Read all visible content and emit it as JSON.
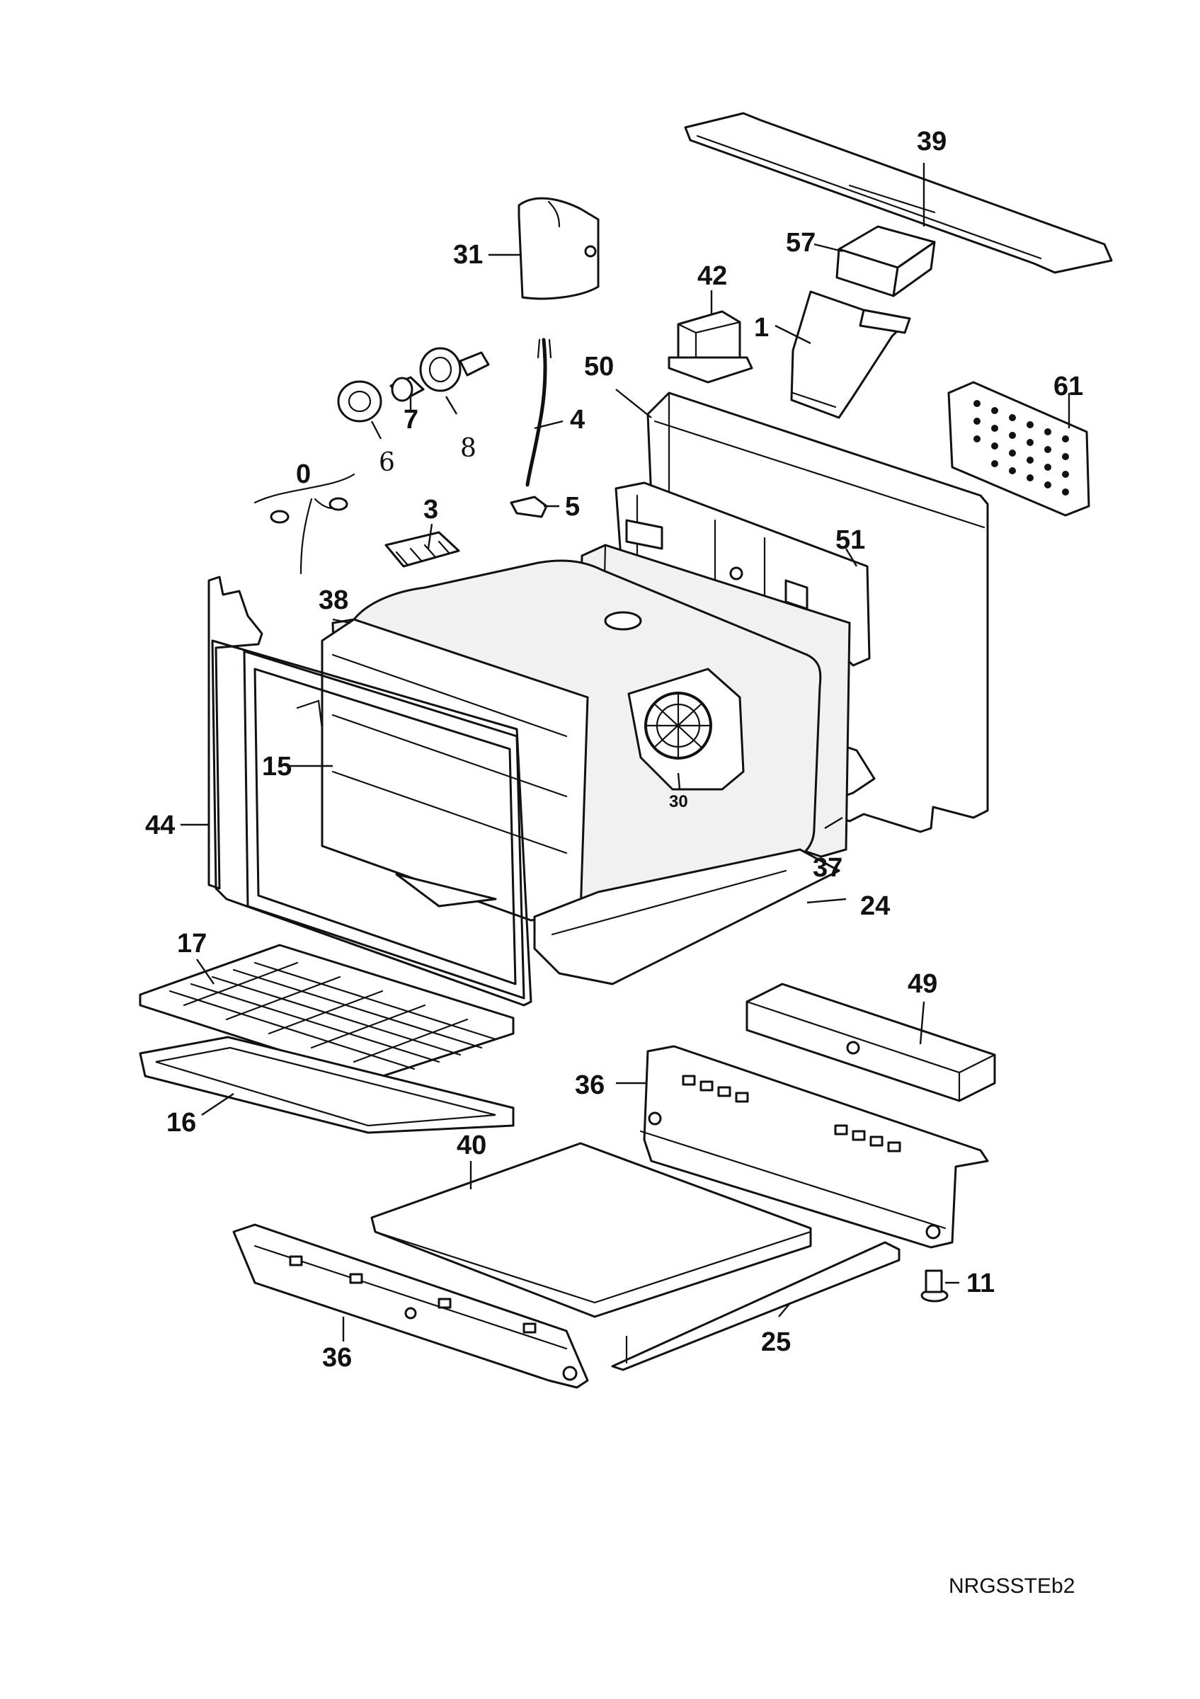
{
  "diagram": {
    "code": "NRGSSTEb2",
    "labels": {
      "l0": "0",
      "l1": "1",
      "l3": "3",
      "l4": "4",
      "l5": "5",
      "l6": "6",
      "l7": "7",
      "l8": "8",
      "l11": "11",
      "l15": "15",
      "l16": "16",
      "l17": "17",
      "l24": "24",
      "l25": "25",
      "l30": "30",
      "l31": "31",
      "l36a": "36",
      "l36b": "36",
      "l37": "37",
      "l38": "38",
      "l39": "39",
      "l40": "40",
      "l42": "42",
      "l44": "44",
      "l49": "49",
      "l50": "50",
      "l51": "51",
      "l57": "57",
      "l61": "61"
    }
  }
}
